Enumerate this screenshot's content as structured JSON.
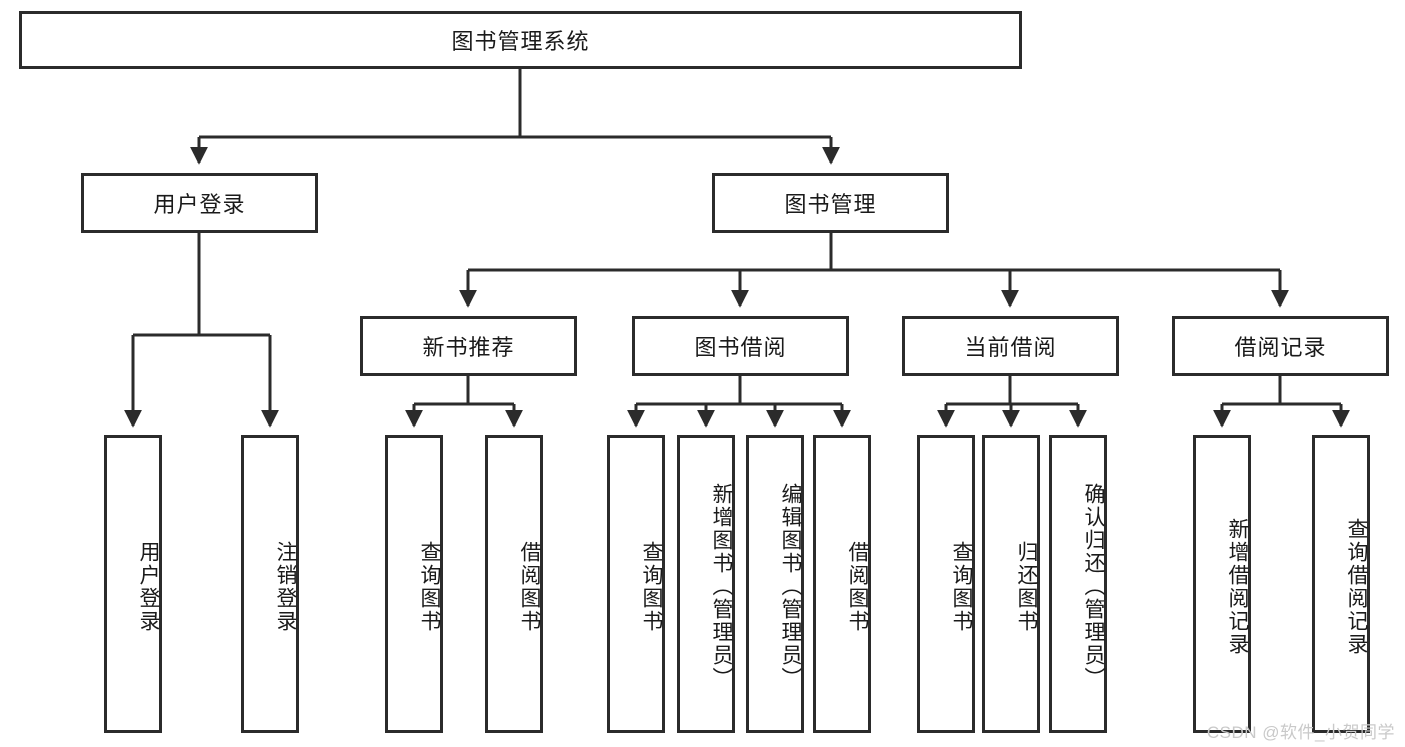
{
  "diagram": {
    "title": "图书管理系统",
    "watermark": "CSDN @软件_小贺同学",
    "colors": {
      "stroke": "#2b2b2b",
      "fill": "#ffffff",
      "text": "#1a1a1a",
      "watermark": "#c9c9c9"
    },
    "root": {
      "label": "图书管理系统"
    },
    "level2": [
      {
        "label": "用户登录"
      },
      {
        "label": "图书管理"
      }
    ],
    "level3": [
      {
        "label": "新书推荐"
      },
      {
        "label": "图书借阅"
      },
      {
        "label": "当前借阅"
      },
      {
        "label": "借阅记录"
      }
    ],
    "leaves": {
      "user_login": [
        {
          "label": "用户登录"
        },
        {
          "label": "注销登录"
        }
      ],
      "new_book_recommend": [
        {
          "label": "查询图书"
        },
        {
          "label": "借阅图书"
        }
      ],
      "book_borrow": [
        {
          "label": "查询图书"
        },
        {
          "label": "新增图书（管理员）"
        },
        {
          "label": "编辑图书（管理员）"
        },
        {
          "label": "借阅图书"
        }
      ],
      "current_borrow": [
        {
          "label": "查询图书"
        },
        {
          "label": "归还图书"
        },
        {
          "label": "确认归还（管理员）"
        }
      ],
      "borrow_record": [
        {
          "label": "新增借阅记录"
        },
        {
          "label": "查询借阅记录"
        }
      ]
    }
  }
}
